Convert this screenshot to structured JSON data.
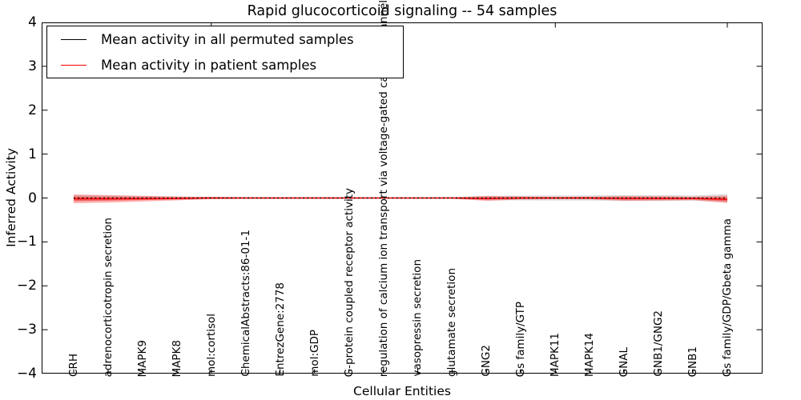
{
  "chart_data": {
    "type": "line",
    "title": "Rapid glucocorticoid signaling -- 54 samples",
    "xlabel": "Cellular Entities",
    "ylabel": "Inferred Activity",
    "ylim": [
      -4,
      4
    ],
    "ytick_values": [
      4,
      3,
      2,
      1,
      0,
      -1,
      -2,
      -3,
      -4
    ],
    "ytick_labels": [
      "4",
      "3",
      "2",
      "1",
      "0",
      "−1",
      "−2",
      "−3",
      "−4"
    ],
    "grid": false,
    "legend_position": "upper left",
    "categories": [
      "CRH",
      "adrenocorticotropin secretion",
      "MAPK9",
      "MAPK8",
      "mol:cortisol",
      "ChemicalAbstracts:86-01-1",
      "EntrezGene:2778",
      "mol:GDP",
      "G-protein coupled receptor activity",
      "regulation of calcium ion transport via voltage-gated calcium channel",
      "vasopressin secretion",
      "glutamate secretion",
      "GNG2",
      "Gs family/GTP",
      "MAPK11",
      "MAPK14",
      "GNAL",
      "GNB1/GNG2",
      "GNB1",
      "Gs family/GDP/Gbeta gamma"
    ],
    "top_ticks_at_indices": [
      4,
      14,
      19
    ],
    "series": [
      {
        "name": "Mean activity in all permuted samples",
        "color": "#000000",
        "style": "dotted",
        "values": [
          0,
          0,
          0,
          0,
          0,
          0,
          0,
          0,
          0,
          0,
          0,
          0,
          0,
          0,
          0,
          0,
          0,
          0,
          0,
          0
        ],
        "band_halfwidth": [
          0.07,
          0.055,
          0.045,
          0.035,
          0.025,
          0.018,
          0.015,
          0.015,
          0.015,
          0.015,
          0.015,
          0.018,
          0.05,
          0.055,
          0.06,
          0.06,
          0.065,
          0.065,
          0.06,
          0.09
        ],
        "band_color": "rgba(0,0,0,0.13)"
      },
      {
        "name": "Mean activity in patient samples",
        "color": "#ff0000",
        "style": "solid",
        "values": [
          -0.02,
          -0.02,
          -0.015,
          -0.01,
          0,
          0,
          0,
          0,
          0,
          0,
          0,
          0,
          -0.01,
          0,
          0,
          0,
          -0.01,
          -0.01,
          -0.01,
          -0.03
        ],
        "band_halfwidth_outer": [
          0.1,
          0.085,
          0.065,
          0.045,
          0.025,
          0.018,
          0.015,
          0.015,
          0.015,
          0.012,
          0.012,
          0.015,
          0.055,
          0.035,
          0.025,
          0.03,
          0.055,
          0.05,
          0.04,
          0.085
        ],
        "band_halfwidth_inner": [
          0.05,
          0.042,
          0.032,
          0.022,
          0.012,
          0.009,
          0.008,
          0.008,
          0.008,
          0.006,
          0.006,
          0.008,
          0.027,
          0.017,
          0.012,
          0.015,
          0.027,
          0.025,
          0.02,
          0.042
        ],
        "band_color_outer": "rgba(255,0,0,0.30)",
        "band_color_inner": "rgba(255,0,0,0.35)"
      }
    ],
    "axis_color": "#000000",
    "background_color": "#ffffff"
  }
}
